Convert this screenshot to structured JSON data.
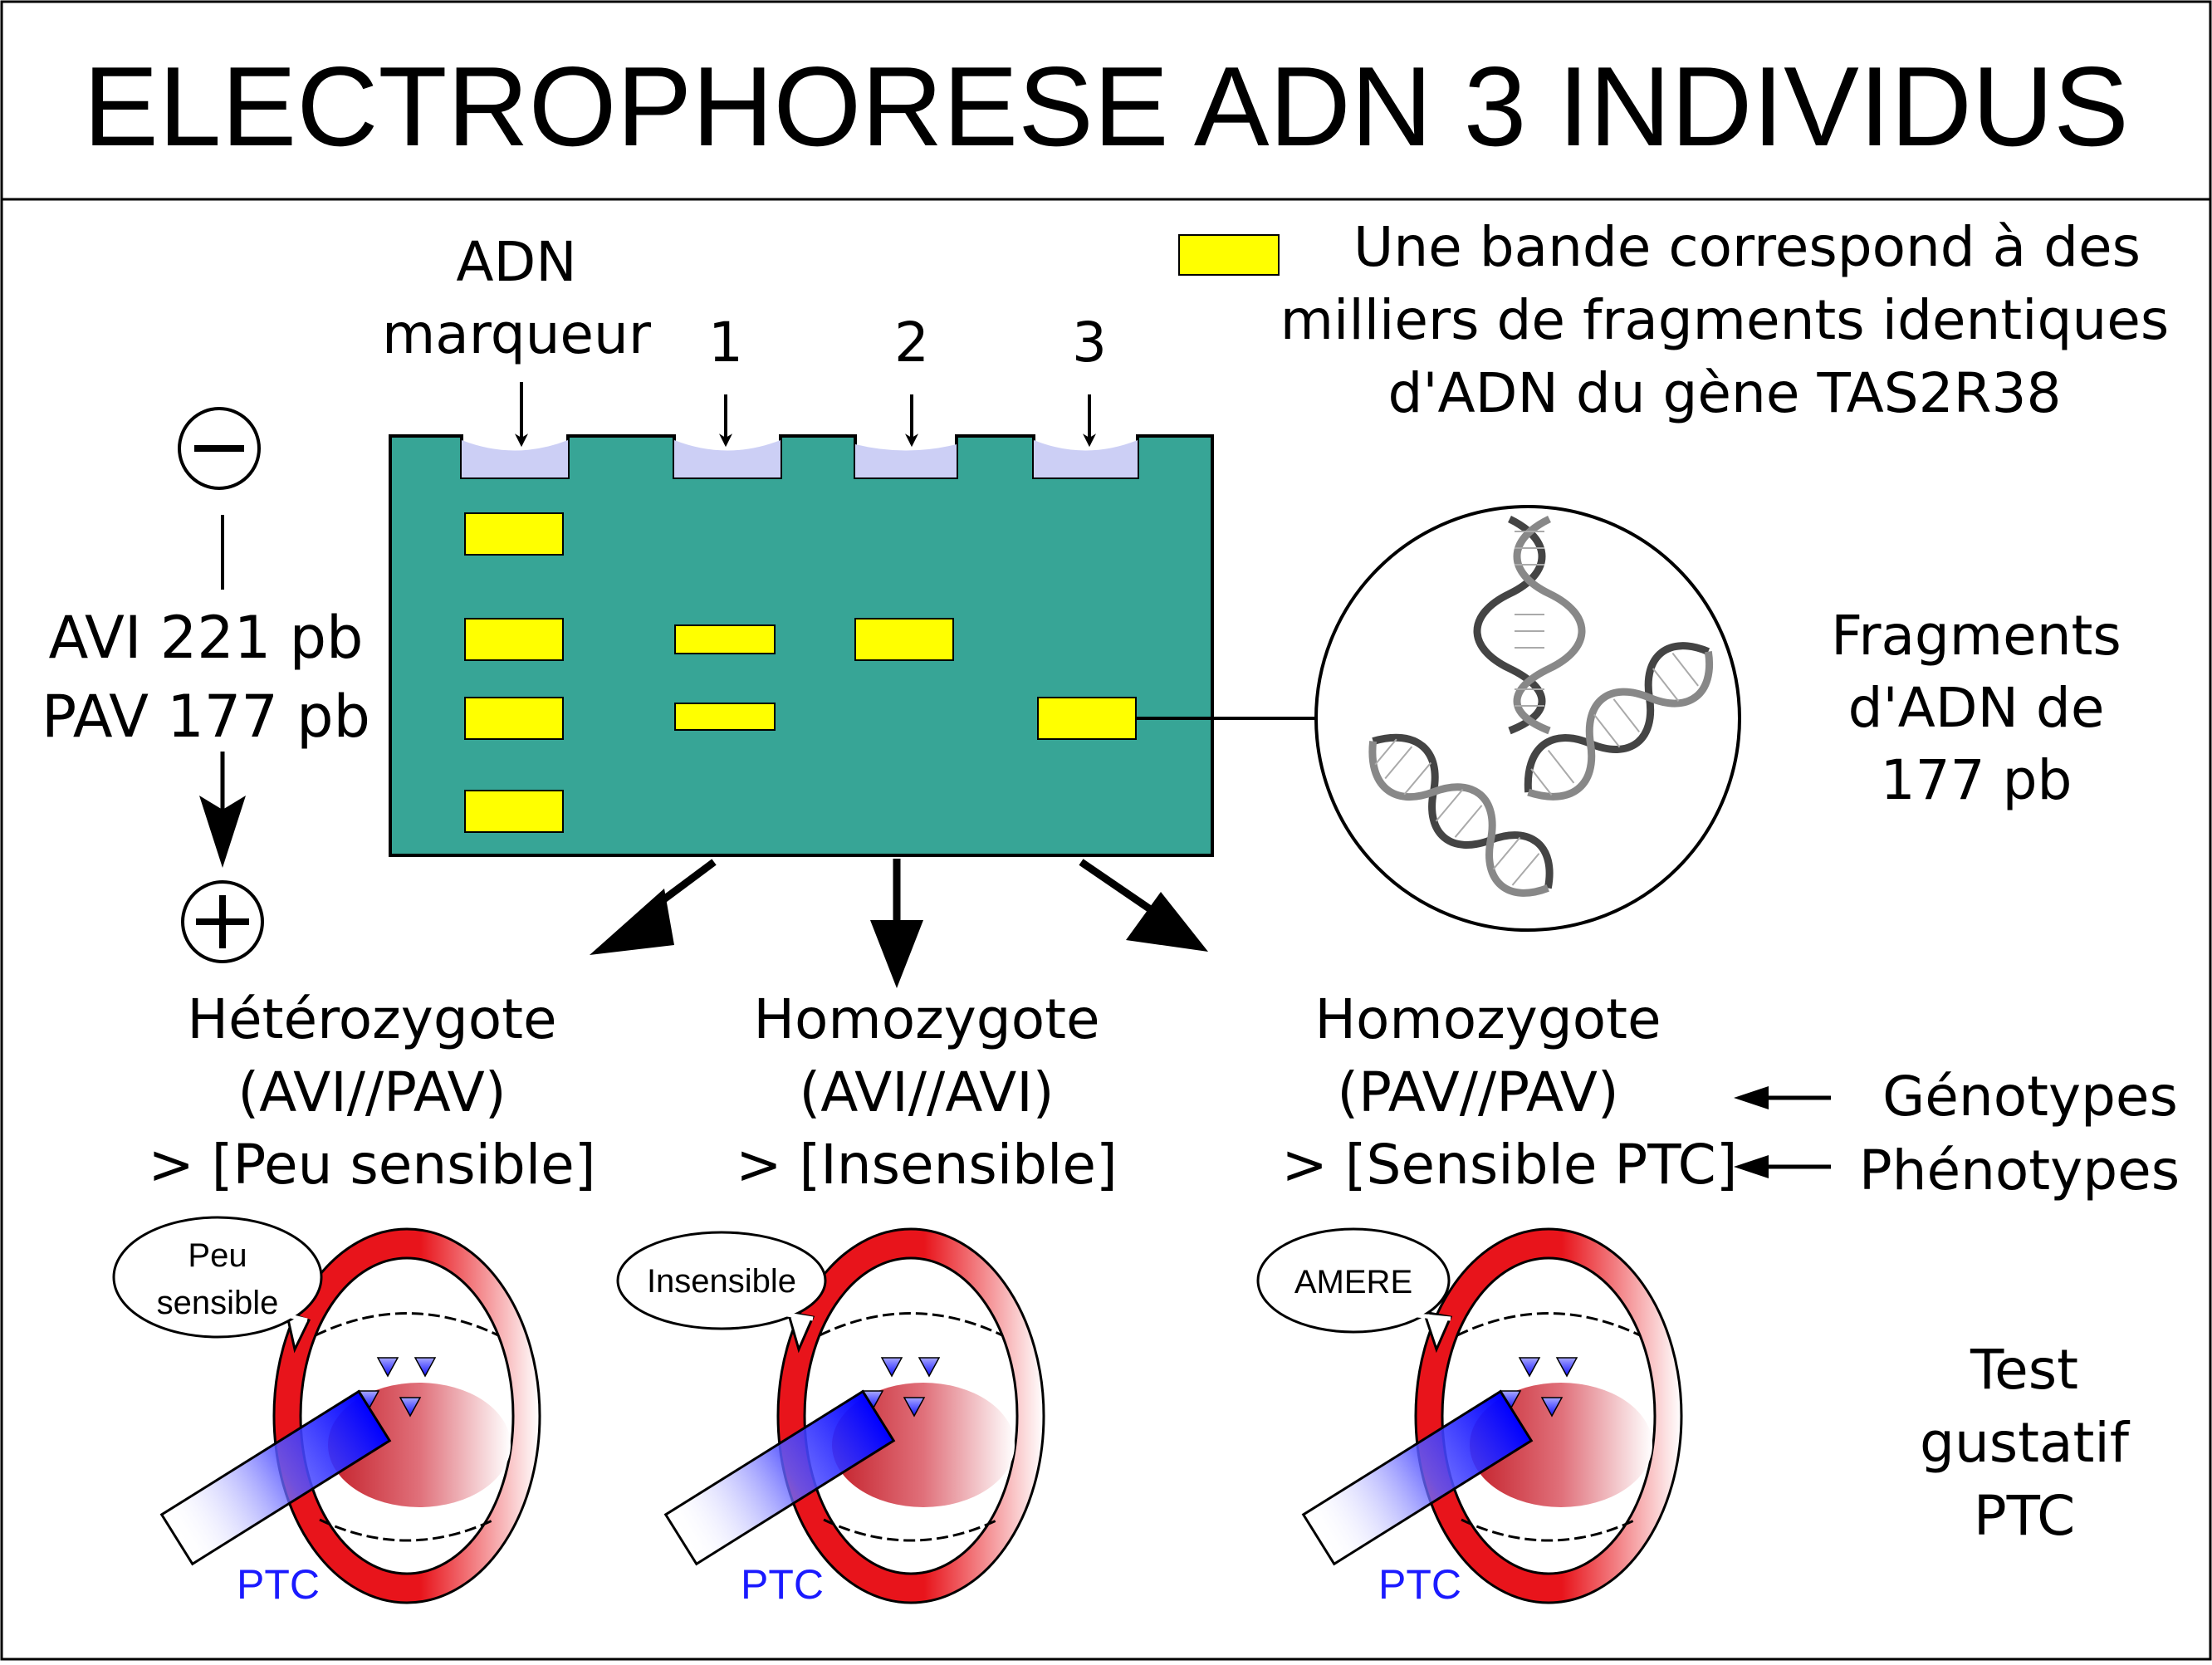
{
  "title": "ELECTROPHORESE ADN 3 INDIVIDUS",
  "legend": {
    "lines": [
      "Une bande correspond à des",
      "milliers de fragments identiques",
      "d'ADN du gène TAS2R38"
    ],
    "band_color": "#ffff00"
  },
  "wells": {
    "marker_lines": [
      "ADN",
      "marqueur"
    ],
    "individuals": [
      "1",
      "2",
      "3"
    ]
  },
  "electrodes": {
    "negative": "−",
    "positive": "+",
    "sizes": [
      "AVI 221 pb",
      "PAV 177 pb"
    ]
  },
  "gel": {
    "gel_color": "#37a596",
    "well_color": "#cccff5",
    "lanes": [
      {
        "lane": "ADN marqueur",
        "bands": [
          "top",
          "AVI 221 pb",
          "PAV 177 pb",
          "bottom"
        ]
      },
      {
        "lane": "1",
        "bands": [
          "AVI 221 pb",
          "PAV 177 pb"
        ]
      },
      {
        "lane": "2",
        "bands": [
          "AVI 221 pb"
        ]
      },
      {
        "lane": "3",
        "bands": [
          "PAV 177 pb"
        ]
      }
    ]
  },
  "fragments": {
    "lines": [
      "Fragments",
      "d'ADN de",
      "177 pb"
    ],
    "icon": "dna-helix-icon"
  },
  "individuals": [
    {
      "lines": [
        "Hétérozygote",
        "(AVI//PAV)",
        "> [Peu sensible]"
      ],
      "bubble": [
        "Peu",
        "sensible"
      ]
    },
    {
      "lines": [
        "Homozygote",
        "(AVI//AVI)",
        "> [Insensible]"
      ],
      "bubble": [
        "Insensible"
      ]
    },
    {
      "lines": [
        "Homozygote",
        "(PAV//PAV)",
        "> [Sensible PTC]"
      ],
      "bubble": [
        "AMERE"
      ]
    }
  ],
  "side_labels": {
    "genotypes": "Génotypes",
    "phenotypes": "Phénotypes",
    "test": [
      "Test",
      "gustatif",
      "PTC"
    ]
  },
  "ptc_label": "PTC",
  "colors": {
    "ptc": "#1a1aff",
    "lip": "#e8141b",
    "drop": "#2222ff"
  }
}
